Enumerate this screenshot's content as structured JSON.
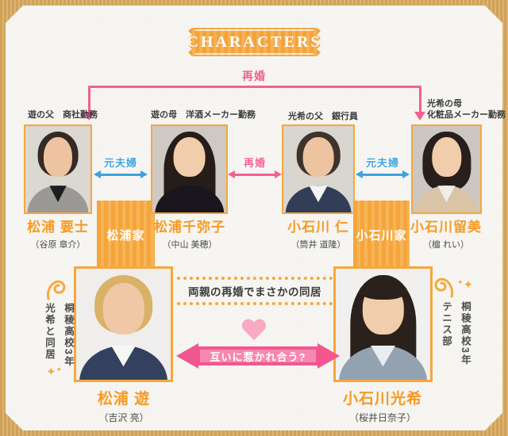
{
  "header": {
    "title": "CHARACTERS"
  },
  "top_relation": {
    "label": "再婚"
  },
  "relations": {
    "ex_couple_left": "元夫婦",
    "remarriage_center": "再婚",
    "ex_couple_right": "元夫婦"
  },
  "families": {
    "matsuura": "松浦家",
    "koishikawa": "小石川家"
  },
  "parents": [
    {
      "role": "遊の父　商社勤務",
      "name": "松浦 要士",
      "actor": "（谷原 章介）",
      "photo": {
        "bg": "#dbd7d1",
        "hair": "#352a24",
        "skin": "#edc3a0",
        "clothes": "#9b9995",
        "shirt": "#1e1e20"
      }
    },
    {
      "role": "遊の母　洋酒メーカー勤務",
      "name": "松浦千弥子",
      "actor": "（中山 美穂）",
      "photo": {
        "bg": "#cfc9c3",
        "hair": "#261d19",
        "skin": "#f2cdab",
        "clothes": "#1a161e",
        "shirt": "#1a161e"
      }
    },
    {
      "role": "光希の父　銀行員",
      "name": "小石川 仁",
      "actor": "（筒井 道隆）",
      "photo": {
        "bg": "#d9d5cf",
        "hair": "#3e332b",
        "skin": "#edc3a0",
        "clothes": "#323e57",
        "shirt": "#f3f3f1"
      }
    },
    {
      "role": "光希の母",
      "role2": "化粧品メーカー勤務",
      "name": "小石川留美",
      "actor": "（檀 れい）",
      "photo": {
        "bg": "#cdc7c1",
        "hair": "#281f1c",
        "skin": "#f2cdab",
        "clothes": "#d9c4a5",
        "shirt": "#f0ede7"
      }
    }
  ],
  "center_note": "両親の再婚でまさかの同居",
  "attraction": {
    "label": "互いに惹かれ合う?"
  },
  "children": [
    {
      "name": "松浦 遊",
      "actor": "（吉沢 亮）",
      "note_school": "桐稜高校3年",
      "note_extra": "光希と同居",
      "photo": {
        "bg": "#efeeec",
        "hair": "#d9b267",
        "skin": "#f0c8a6",
        "clothes": "#33415e",
        "shirt": "#f6f6f4"
      }
    },
    {
      "name": "小石川光希",
      "actor": "（桜井日奈子）",
      "note_school": "桐稜高校3年",
      "note_extra": "テニス部",
      "photo": {
        "bg": "#f1f0ee",
        "hair": "#2a211c",
        "skin": "#f2cdab",
        "clothes": "#93a2b0",
        "shirt": "#e9edf0"
      }
    }
  ],
  "icons": {
    "sparkle": "✦",
    "heart": "heart",
    "curl": "curl"
  },
  "colors": {
    "accent_orange": "#f5a63c",
    "name_orange": "#f59a23",
    "pink": "#f35f96",
    "blue": "#3ea2dd",
    "heart_pink": "#f8a9c4",
    "frame_tan": "#d3a860"
  }
}
